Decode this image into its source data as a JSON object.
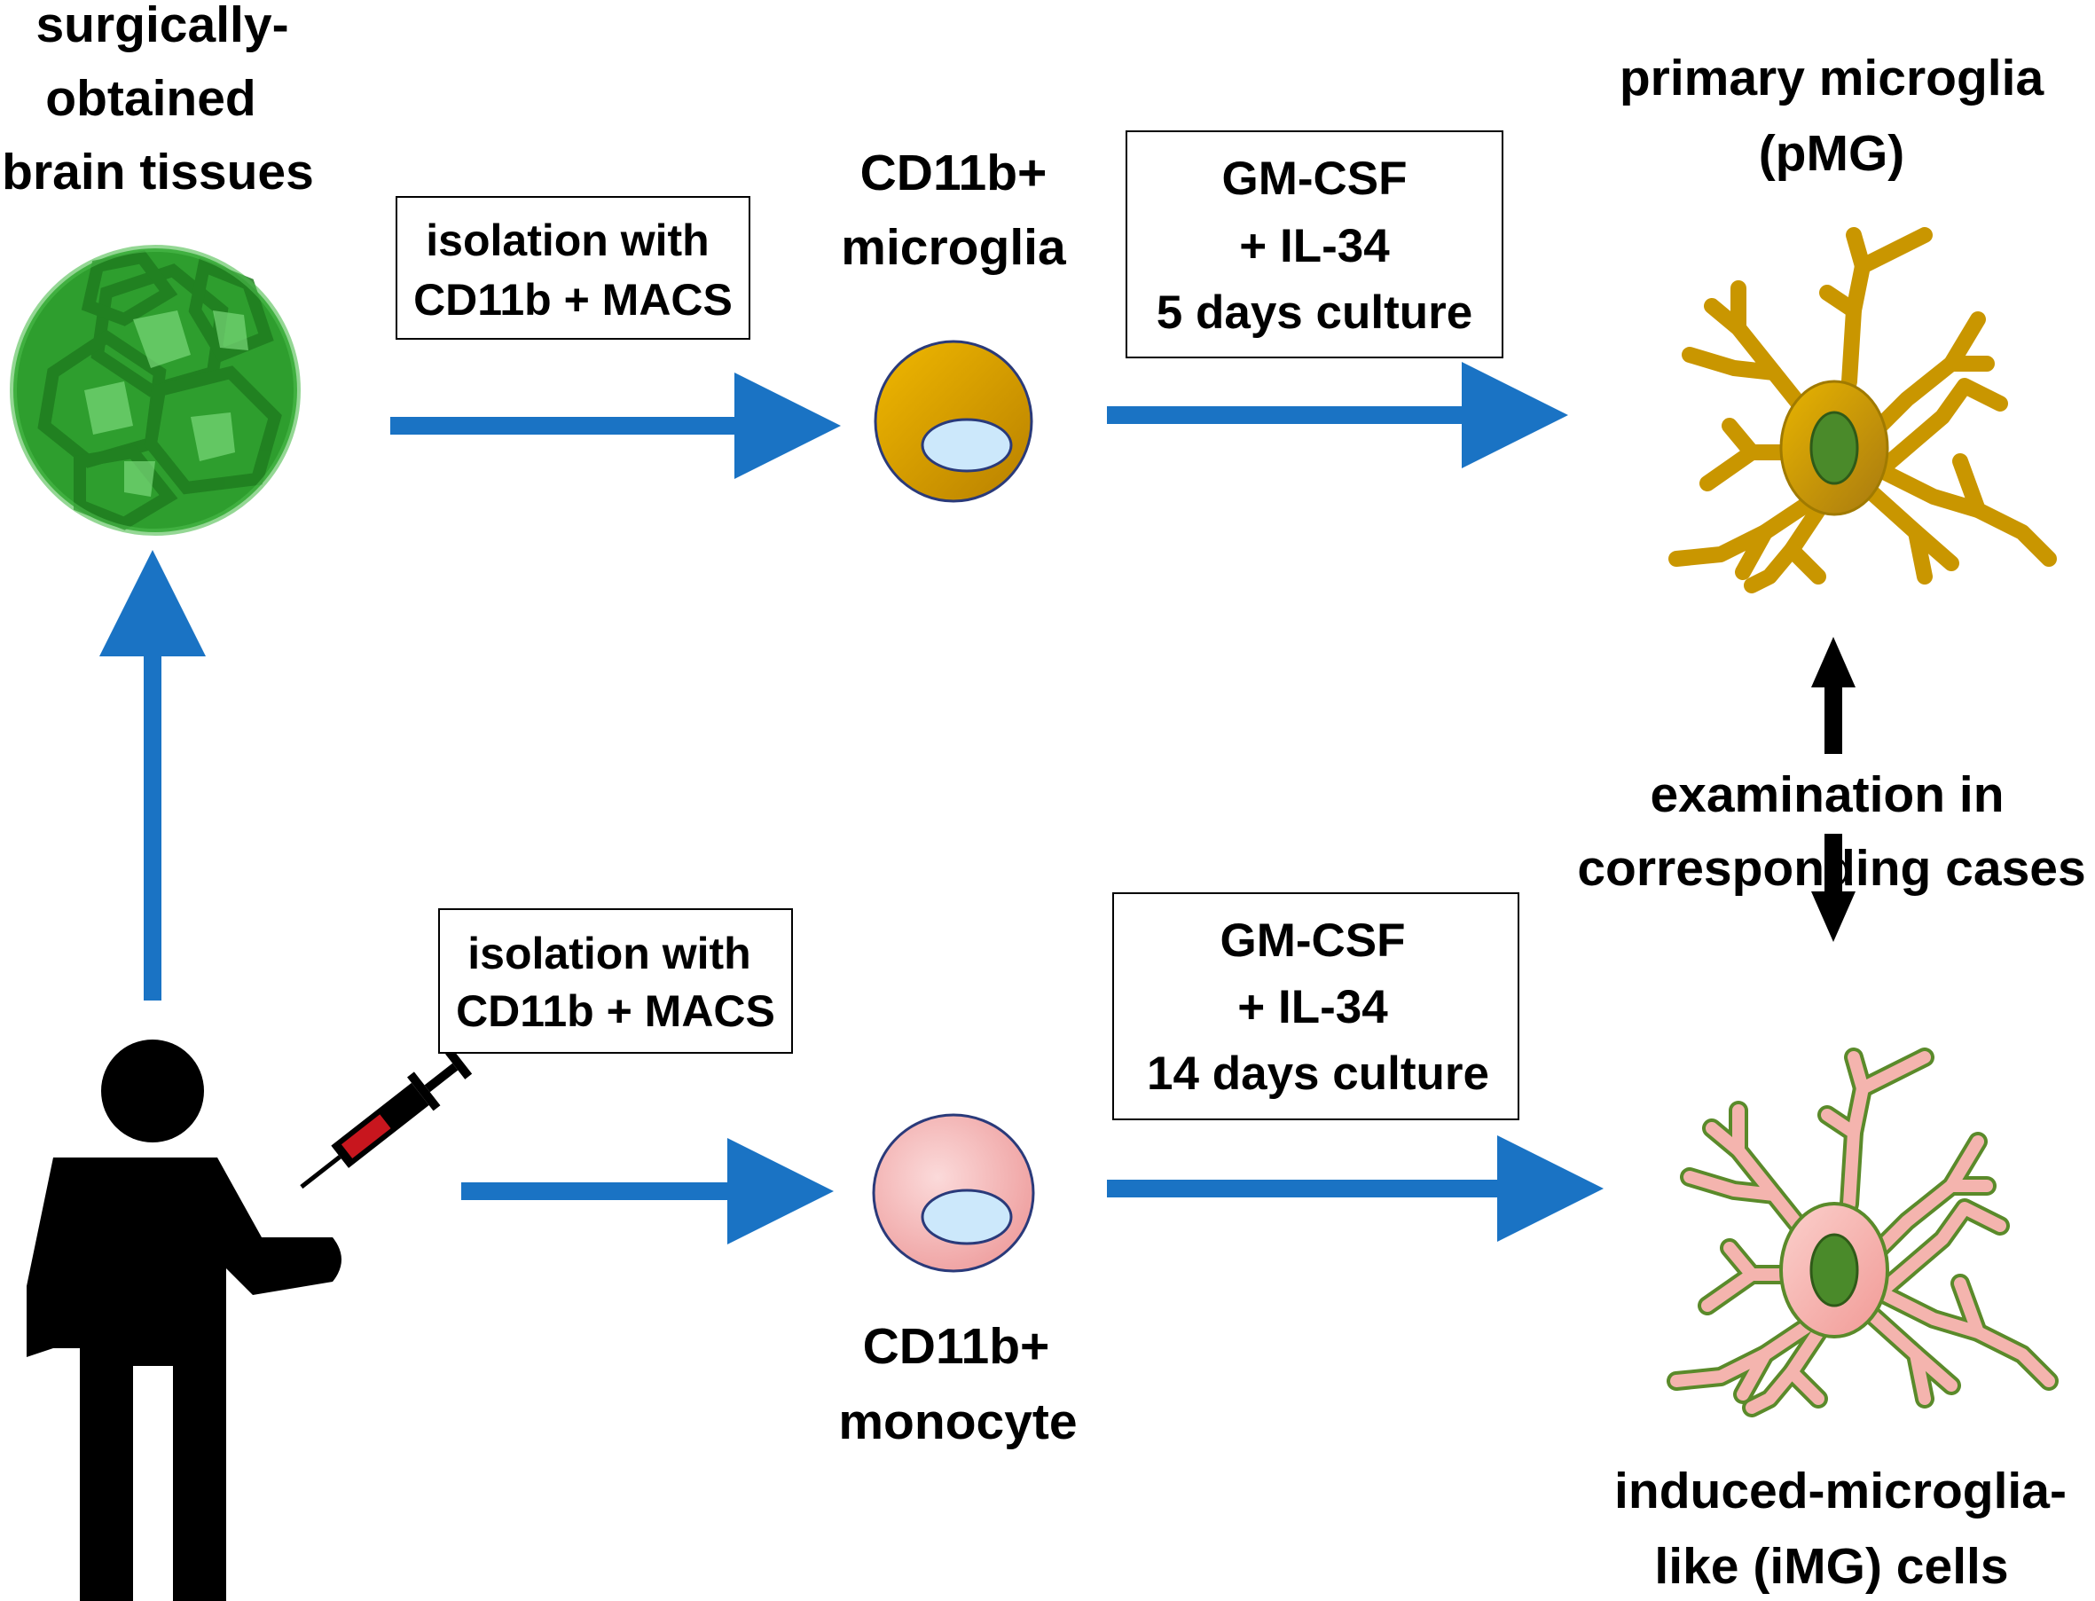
{
  "labels": {
    "tissue_line1": "surgically-",
    "tissue_line2": "obtained",
    "tissue_line3": "brain tissues",
    "cd11b_microglia_line1": "CD11b+",
    "cd11b_microglia_line2": "microglia",
    "cd11b_monocyte_line1": "CD11b+",
    "cd11b_monocyte_line2": "monocyte",
    "pmg_line1": "primary microglia",
    "pmg_line2": "(pMG)",
    "img_line1": "induced-microglia-",
    "img_line2": "like (iMG) cells",
    "exam_line1": "examination in",
    "exam_line2": "corresponding cases"
  },
  "boxes": {
    "isolation_top_line1": "isolation with",
    "isolation_top_line2": "CD11b + MACS",
    "isolation_bottom_line1": "isolation with",
    "isolation_bottom_line2": "CD11b + MACS",
    "culture_top_line1": "GM-CSF",
    "culture_top_line2": "+ IL-34",
    "culture_top_line3": "5 days culture",
    "culture_bottom_line1": "GM-CSF",
    "culture_bottom_line2": "+ IL-34",
    "culture_bottom_line3": "14 days culture"
  },
  "colors": {
    "arrow_blue": "#1a73c4",
    "tissue_green": "#2ea82e",
    "microglia_gold": "#d9a400",
    "monocyte_pink": "#f2a8a8",
    "nucleus_blue": "#cce8fb",
    "img_pink": "#f4b8b0",
    "cell_nucleus_green": "#4a8a2a",
    "black": "#000000"
  },
  "icons": [
    "brain-tissue-icon",
    "person-icon",
    "syringe-icon",
    "microglia-cell-icon",
    "monocyte-cell-icon",
    "pmg-cell-icon",
    "img-cell-icon"
  ]
}
